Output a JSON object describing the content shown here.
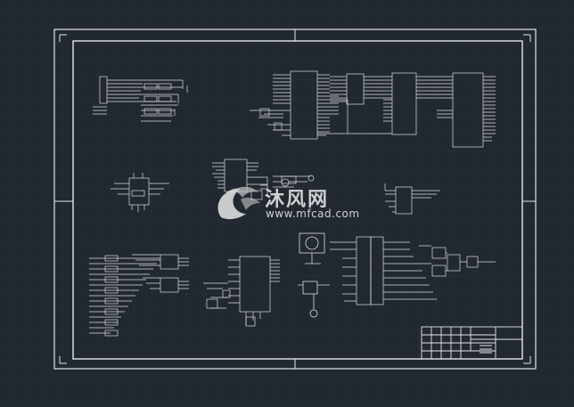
{
  "watermark": {
    "logo_name": "mfcad-logo",
    "site_name_cn": "沐风网",
    "site_url": "www.mfcad.com"
  },
  "colors": {
    "background": "#212830",
    "grid": "#2a323c",
    "line": "#e8e8e8"
  }
}
